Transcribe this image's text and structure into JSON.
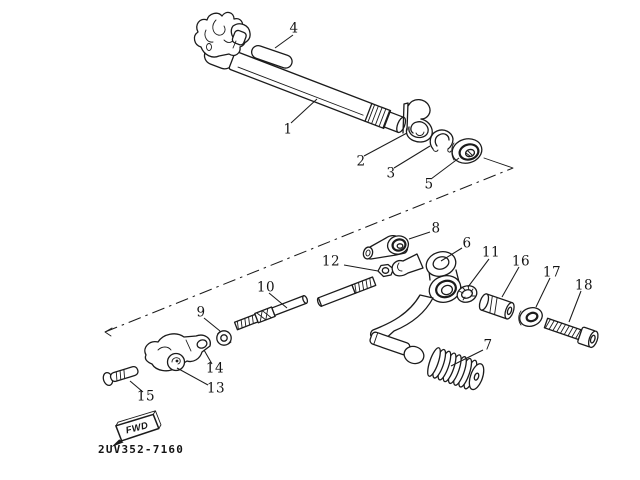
{
  "page": {
    "background": "#ffffff"
  },
  "diagram": {
    "kind": "exploded-parts-diagram",
    "subject": "shift shaft and shift pedal assembly line drawing",
    "colors": {
      "line": "#1b1b1b",
      "paper": "#ffffff"
    },
    "callouts": [
      {
        "ref": "1"
      },
      {
        "ref": "2"
      },
      {
        "ref": "3"
      },
      {
        "ref": "4"
      },
      {
        "ref": "5"
      },
      {
        "ref": "6"
      },
      {
        "ref": "7"
      },
      {
        "ref": "8"
      },
      {
        "ref": "9"
      },
      {
        "ref": "10"
      },
      {
        "ref": "11"
      },
      {
        "ref": "12"
      },
      {
        "ref": "13"
      },
      {
        "ref": "14"
      },
      {
        "ref": "15"
      },
      {
        "ref": "16"
      },
      {
        "ref": "17"
      },
      {
        "ref": "18"
      }
    ],
    "fwd_tag": {
      "label": "FWD"
    },
    "part_code": "2UV352-7160"
  }
}
